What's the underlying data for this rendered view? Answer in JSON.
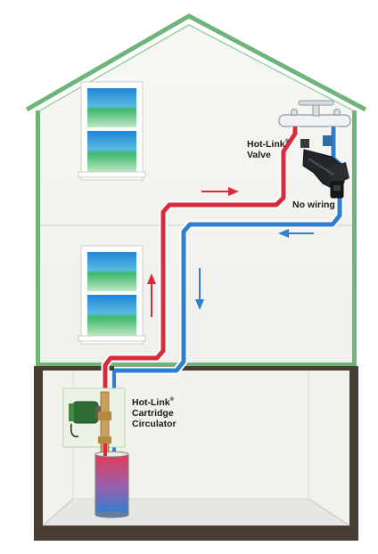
{
  "labels": {
    "valve_line1": "Hot-Link",
    "valve_mark": "®",
    "valve_line2": "Valve",
    "no_wiring": "No wiring",
    "circ_line1": "Hot-Link",
    "circ_mark": "®",
    "circ_line2": "Cartridge",
    "circ_line3": "Circulator"
  },
  "colors": {
    "hot_pipe": "#d92b3a",
    "cold_pipe": "#2e7fd0",
    "house_outline": "#6fb47a",
    "basement_floor": "#4a3d33",
    "wall": "#f4f4f1"
  }
}
